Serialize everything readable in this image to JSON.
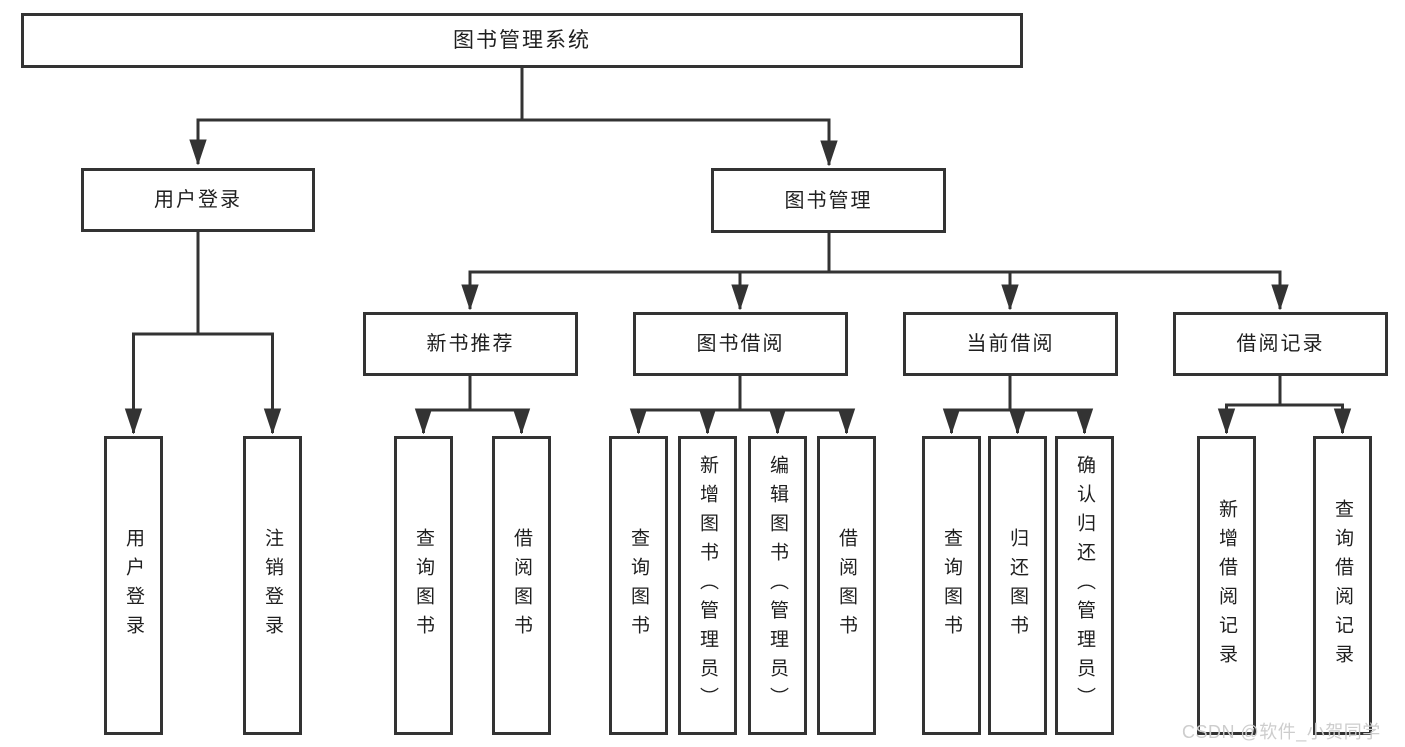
{
  "diagram": {
    "title": "图书管理系统",
    "colors": {
      "line": "#333333",
      "text": "#1f1f1f",
      "box_background": "#ffffff",
      "watermark": "#cdcdcd"
    },
    "nodes": {
      "root": "图书管理系统",
      "user_login": "用户登录",
      "book_mgmt": "图书管理",
      "new_book_rec": "新书推荐",
      "book_borrow": "图书借阅",
      "current_borrow": "当前借阅",
      "borrow_record": "借阅记录",
      "leaf_user_login": "用户登录",
      "leaf_logout": "注销登录",
      "leaf_query_book_1": "查询图书",
      "leaf_borrow_book_1": "借阅图书",
      "leaf_query_book_2": "查询图书",
      "leaf_add_book": "新增图书（管理员）",
      "leaf_edit_book": "编辑图书（管理员）",
      "leaf_borrow_book_2": "借阅图书",
      "leaf_query_book_3": "查询图书",
      "leaf_return_book": "归还图书",
      "leaf_confirm_return": "确认归还（管理员）",
      "leaf_add_record": "新增借阅记录",
      "leaf_query_record": "查询借阅记录"
    },
    "edges": [
      "图书管理系统 -> 用户登录",
      "图书管理系统 -> 图书管理",
      "用户登录 -> 用户登录",
      "用户登录 -> 注销登录",
      "图书管理 -> 新书推荐",
      "图书管理 -> 图书借阅",
      "图书管理 -> 当前借阅",
      "图书管理 -> 借阅记录",
      "新书推荐 -> 查询图书",
      "新书推荐 -> 借阅图书",
      "图书借阅 -> 查询图书",
      "图书借阅 -> 新增图书（管理员）",
      "图书借阅 -> 编辑图书（管理员）",
      "图书借阅 -> 借阅图书",
      "当前借阅 -> 查询图书",
      "当前借阅 -> 归还图书",
      "当前借阅 -> 确认归还（管理员）",
      "借阅记录 -> 新增借阅记录",
      "借阅记录 -> 查询借阅记录"
    ]
  },
  "watermark": "CSDN @软件_小贺同学"
}
